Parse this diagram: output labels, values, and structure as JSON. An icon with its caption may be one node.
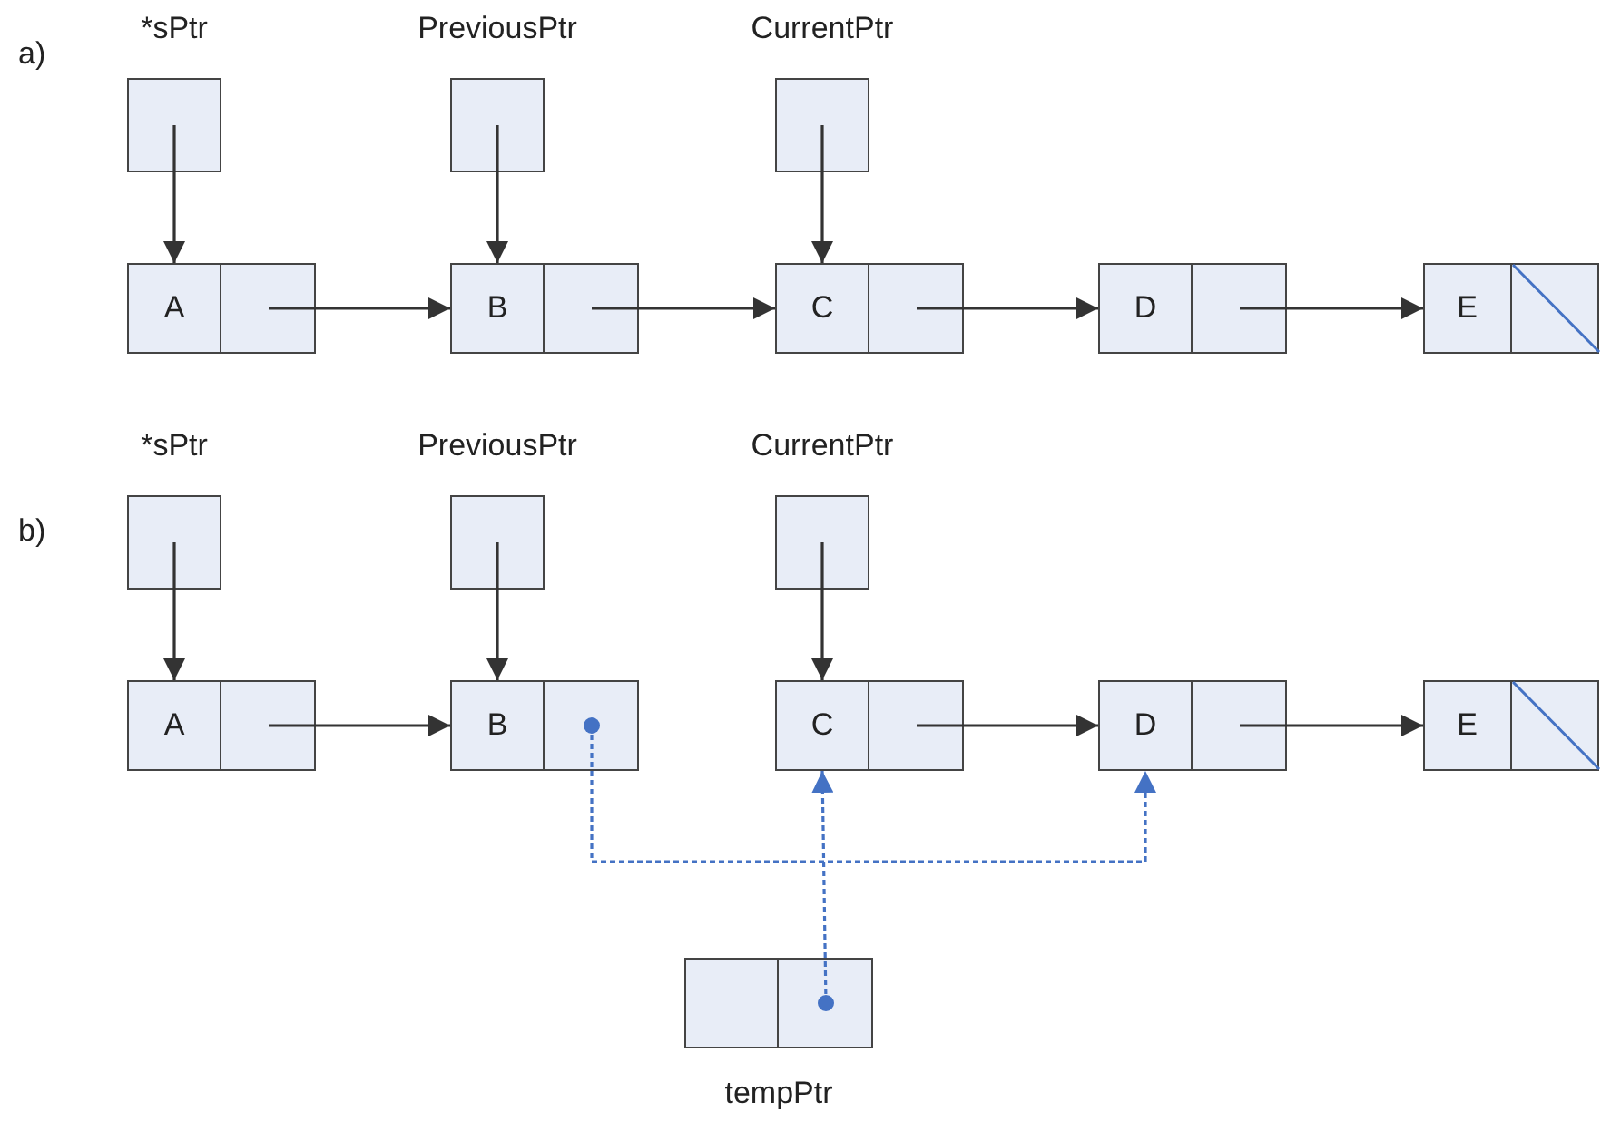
{
  "diagram": {
    "nodes": [
      {
        "text": [
          "*sPtr"
        ]
      },
      {
        "text": [
          "PreviousPtr"
        ]
      },
      {
        "text": [
          "CurrentPtr"
        ]
      },
      {
        "text": [
          "A"
        ]
      },
      {
        "text": [
          "B"
        ]
      },
      {
        "text": [
          "C"
        ]
      },
      {
        "text": [
          "D"
        ]
      },
      {
        "text": [
          "E"
        ]
      },
      {
        "text": [
          "*sPtr"
        ]
      },
      {
        "text": [
          "PreviousPtr"
        ]
      },
      {
        "text": [
          "CurrentPtr"
        ]
      },
      {
        "text": [
          "A"
        ]
      },
      {
        "text": [
          "B"
        ]
      },
      {
        "text": [
          "C"
        ]
      },
      {
        "text": [
          "D"
        ]
      },
      {
        "text": [
          "E"
        ]
      },
      {
        "text": [
          "tempPtr"
        ]
      }
    ],
    "edges": [
      {
        "from": 0,
        "to": 3,
        "arrow": "to"
      },
      {
        "from": 1,
        "to": 4,
        "arrow": "to"
      },
      {
        "from": 2,
        "to": 5,
        "arrow": "to"
      },
      {
        "from": 3,
        "to": 4,
        "arrow": "to"
      },
      {
        "from": 4,
        "to": 5,
        "arrow": "to"
      },
      {
        "from": 5,
        "to": 6,
        "arrow": "to"
      },
      {
        "from": 6,
        "to": 7,
        "arrow": "to"
      },
      {
        "from": 8,
        "to": 11,
        "arrow": "to"
      },
      {
        "from": 9,
        "to": 12,
        "arrow": "to"
      },
      {
        "from": 10,
        "to": 13,
        "arrow": "to"
      },
      {
        "from": 11,
        "to": 12,
        "arrow": "to"
      },
      {
        "from": 13,
        "to": 14,
        "arrow": "to"
      },
      {
        "from": 14,
        "to": 15,
        "arrow": "to"
      },
      {
        "from": 12,
        "to": 14,
        "arrow": "to",
        "style": "dashed",
        "color": "#4472c4"
      },
      {
        "from": 16,
        "to": 13,
        "arrow": "to",
        "style": "dashed",
        "color": "#4472c4"
      }
    ],
    "labels": [
      "a)",
      "b)"
    ]
  }
}
